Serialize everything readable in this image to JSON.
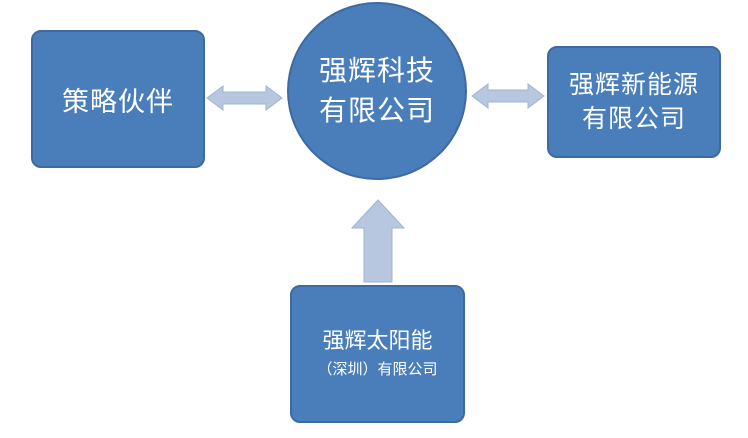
{
  "nodes": {
    "partner": {
      "label": "策略伙伴"
    },
    "center": {
      "line1": "强辉科技",
      "line2": "有限公司"
    },
    "new_energy": {
      "line1": "强辉新能源",
      "line2": "有限公司"
    },
    "solar": {
      "line1": "强辉太阳能",
      "line2": "（深圳）有限公司"
    }
  },
  "colors": {
    "node_fill": "#4a7ebb",
    "node_border": "#3d6aa1",
    "arrow_fill": "#b7c7df",
    "arrow_stroke": "#9fb3d2"
  }
}
